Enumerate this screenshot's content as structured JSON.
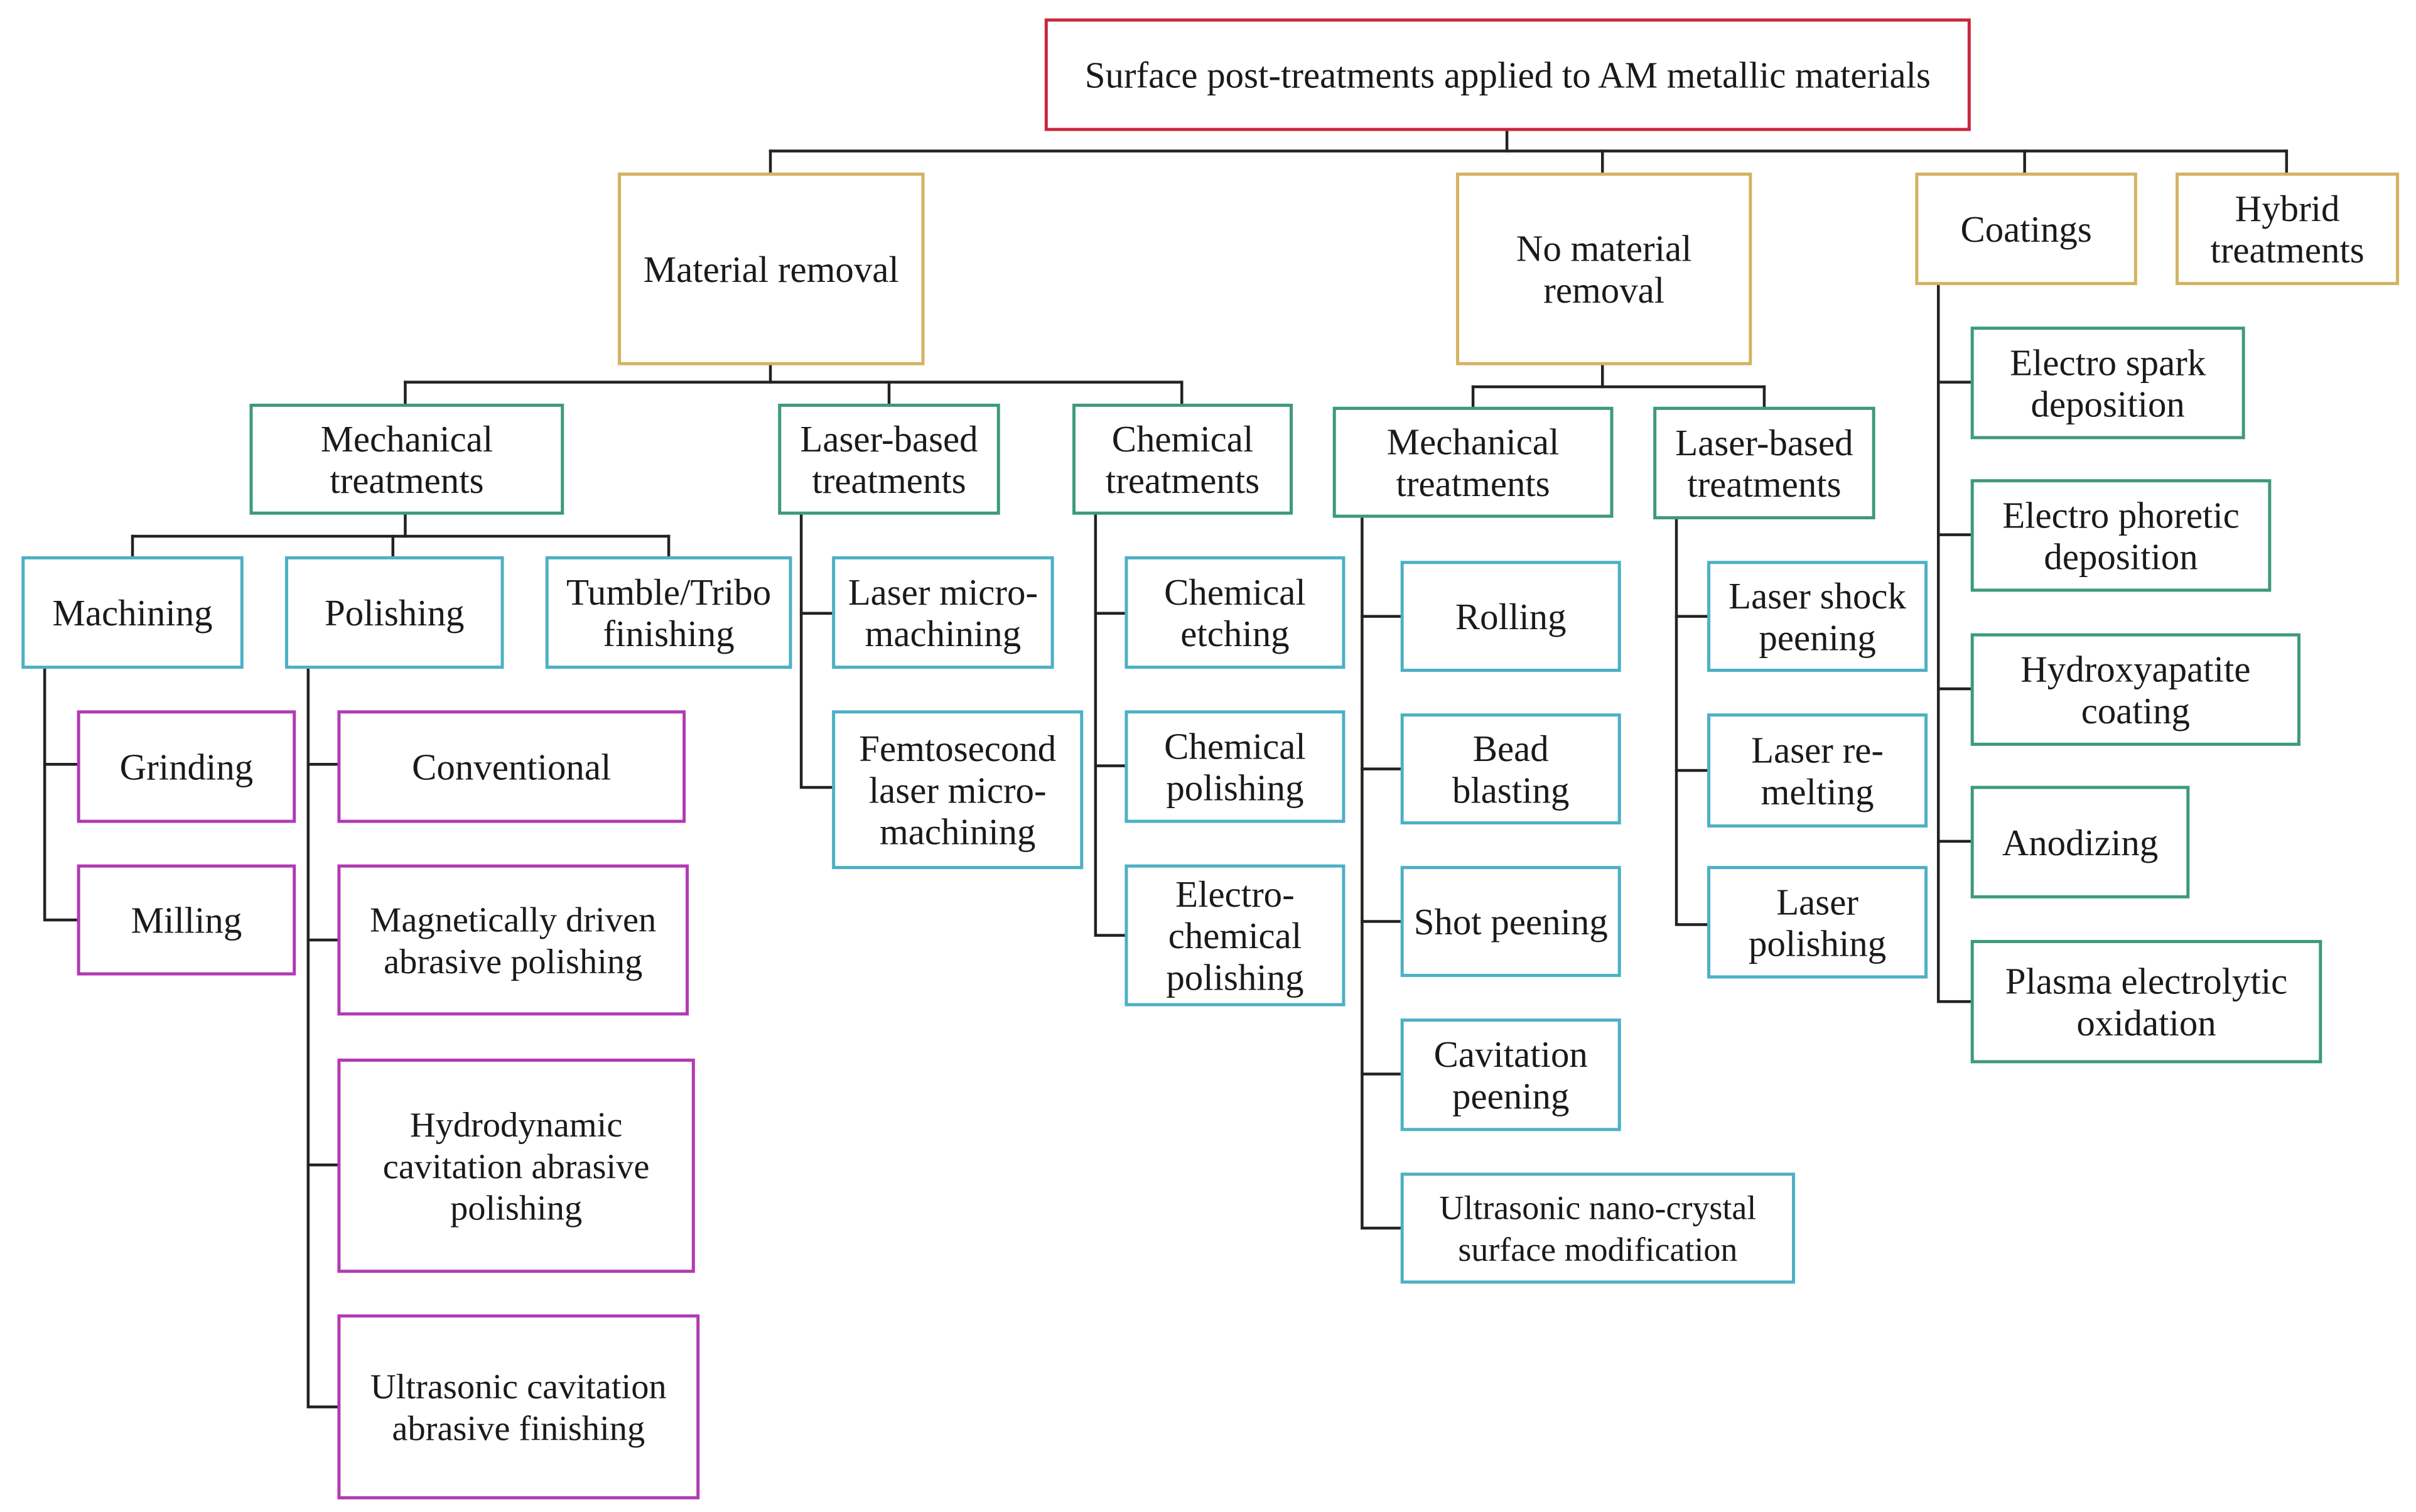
{
  "colors": {
    "root": "#c8283c",
    "category": "#d4b262",
    "group": "#3e9a7c",
    "method": "#4cb0c6",
    "technique": "#b23ab4",
    "connector": "#222222"
  },
  "root": {
    "label": "Surface post-treatments applied to AM metallic materials"
  },
  "categories": {
    "material_removal": {
      "label": "Material removal"
    },
    "no_material_removal": {
      "label": "No material removal"
    },
    "coatings": {
      "label": "Coatings"
    },
    "hybrid": {
      "label": "Hybrid treatments"
    }
  },
  "material_removal": {
    "mechanical": {
      "label": "Mechanical treatments",
      "machining": {
        "label": "Machining",
        "items": [
          "Grinding",
          "Milling"
        ]
      },
      "polishing": {
        "label": "Polishing",
        "items": [
          "Conventional",
          "Magnetically driven abrasive polishing",
          "Hydrodynamic cavitation abrasive polishing",
          "Ultrasonic cavitation abrasive finishing"
        ]
      },
      "tumble": {
        "label": "Tumble/Tribo finishing"
      }
    },
    "laser": {
      "label": "Laser-based treatments",
      "items": [
        "Laser micro-machining",
        "Femtosecond laser micro-machining"
      ]
    },
    "chemical": {
      "label": "Chemical treatments",
      "items": [
        "Chemical etching",
        "Chemical polishing",
        "Electro-chemical polishing"
      ]
    }
  },
  "no_material_removal": {
    "mechanical": {
      "label": "Mechanical treatments",
      "items": [
        "Rolling",
        "Bead blasting",
        "Shot peening",
        "Cavitation peening",
        "Ultrasonic nano-crystal surface modification"
      ]
    },
    "laser": {
      "label": "Laser-based treatments",
      "items": [
        "Laser shock peening",
        "Laser re-melting",
        "Laser polishing"
      ]
    }
  },
  "coatings": {
    "items": [
      "Electro spark deposition",
      "Electro phoretic deposition",
      "Hydroxyapatite coating",
      "Anodizing",
      "Plasma electrolytic oxidation"
    ]
  }
}
